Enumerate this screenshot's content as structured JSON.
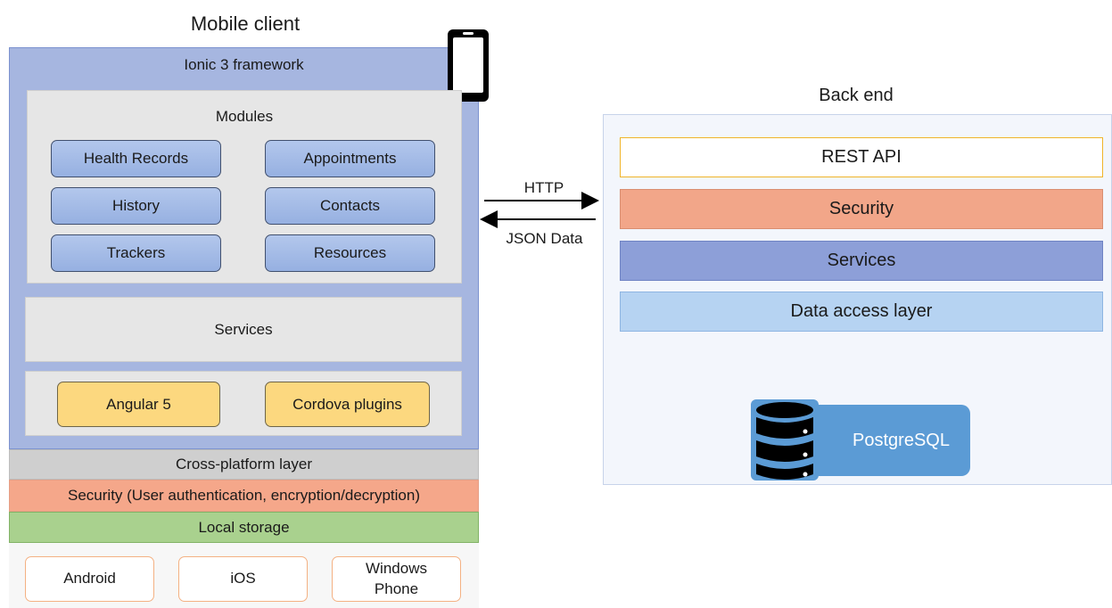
{
  "mobile": {
    "title": "Mobile client",
    "framework": "Ionic 3 framework",
    "modules_title": "Modules",
    "modules": [
      "Health Records",
      "Appointments",
      "History",
      "Contacts",
      "Trackers",
      "Resources"
    ],
    "services": "Services",
    "libraries": [
      "Angular 5",
      "Cordova plugins"
    ],
    "cross_platform": "Cross-platform layer",
    "security": "Security (User authentication, encryption/decryption)",
    "local_storage": "Local storage",
    "platforms": [
      "Android",
      "iOS",
      "Windows Phone"
    ]
  },
  "connection": {
    "request": "HTTP",
    "response": "JSON Data"
  },
  "backend": {
    "title": "Back end",
    "layers": [
      "REST API",
      "Security",
      "Services",
      "Data access layer"
    ],
    "database": "PostgreSQL"
  },
  "colors": {
    "framework": "#a6b6e0",
    "module_button": "#a9bfe8",
    "library_button": "#fcd87f",
    "security": "#f5a78a",
    "local_storage": "#a9d18e",
    "database": "#5b9bd5",
    "arrow_db": "#4472c4"
  },
  "icons": [
    "mobile-phone-icon",
    "database-icon"
  ]
}
